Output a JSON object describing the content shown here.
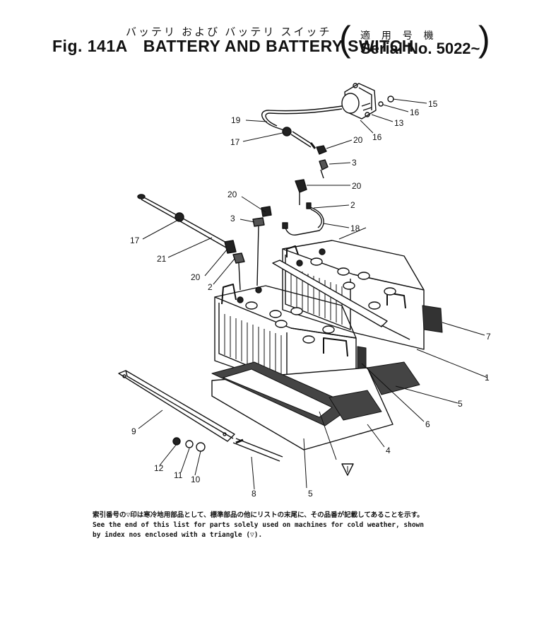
{
  "header": {
    "title_jp": "バッテリ および バッテリ スイッチ",
    "fig_label": "Fig. 141A",
    "title_en": "BATTERY AND BATTERY SWITCH",
    "applicability_jp": "適 用 号 機",
    "serial": "Serial No. 5022~"
  },
  "callouts": [
    {
      "id": "c15",
      "label": "15"
    },
    {
      "id": "c16a",
      "label": "16"
    },
    {
      "id": "c13",
      "label": "13"
    },
    {
      "id": "c16b",
      "label": "16"
    },
    {
      "id": "c19",
      "label": "19"
    },
    {
      "id": "c17a",
      "label": "17"
    },
    {
      "id": "c20a",
      "label": "20"
    },
    {
      "id": "c3a",
      "label": "3"
    },
    {
      "id": "c20b",
      "label": "20"
    },
    {
      "id": "c2a",
      "label": "2"
    },
    {
      "id": "c18",
      "label": "18"
    },
    {
      "id": "c20c",
      "label": "20"
    },
    {
      "id": "c3b",
      "label": "3"
    },
    {
      "id": "c17b",
      "label": "17"
    },
    {
      "id": "c21",
      "label": "21"
    },
    {
      "id": "c20d",
      "label": "20"
    },
    {
      "id": "c2b",
      "label": "2"
    },
    {
      "id": "c7",
      "label": "7"
    },
    {
      "id": "c1",
      "label": "1"
    },
    {
      "id": "c5a",
      "label": "5"
    },
    {
      "id": "c6",
      "label": "6"
    },
    {
      "id": "c4",
      "label": "4"
    },
    {
      "id": "c9",
      "label": "9"
    },
    {
      "id": "c12",
      "label": "12"
    },
    {
      "id": "c11",
      "label": "11"
    },
    {
      "id": "c10",
      "label": "10"
    },
    {
      "id": "c8",
      "label": "8"
    },
    {
      "id": "c5b",
      "label": "5"
    }
  ],
  "notes": {
    "jp": "索引番号の▽印は寒冷地用部品として、標準部品の他にリストの末尾に、その品番が記載してあることを示す。",
    "en_line1": "See the end of this list for parts solely used on machines for cold weather, shown",
    "en_line2": "by index nos enclosed with a triangle (▽)."
  }
}
